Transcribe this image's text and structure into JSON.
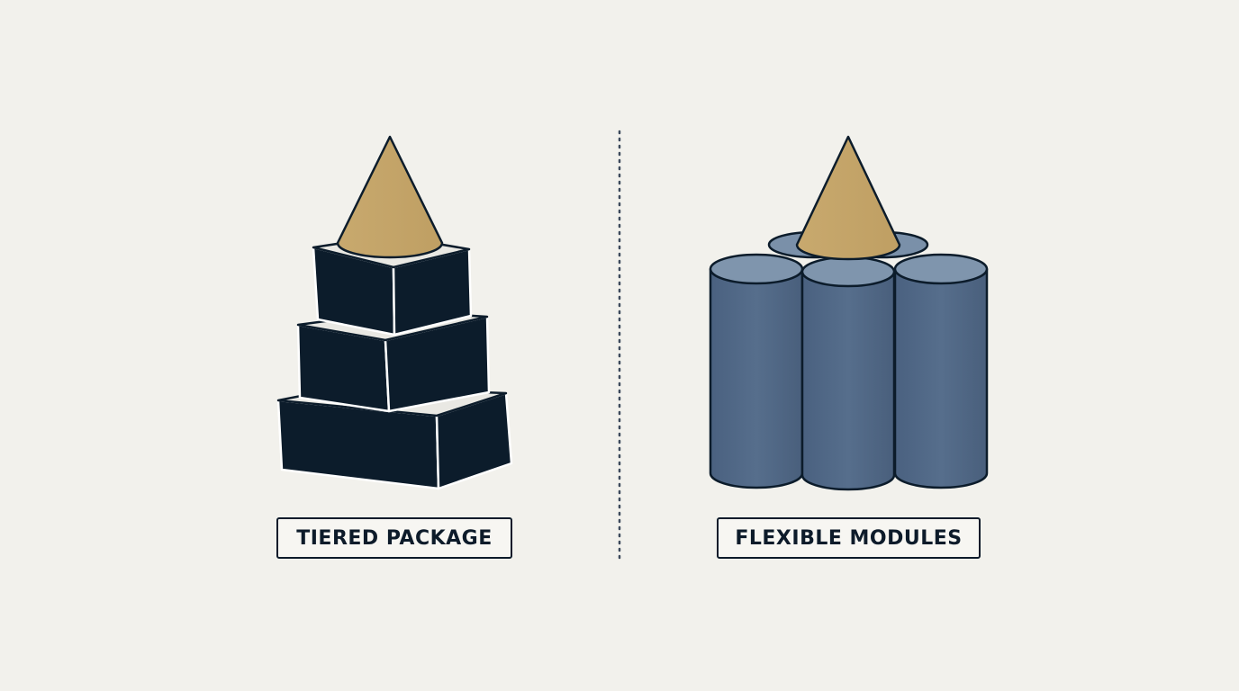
{
  "left_panel": {
    "label": "TIERED PACKAGE",
    "icon": "stacked-blocks-with-cone"
  },
  "right_panel": {
    "label": "FLEXIBLE MODULES",
    "icon": "cylinder-cluster-with-cone"
  },
  "colors": {
    "background": "#f2f1ec",
    "navy": "#0d1b2a",
    "steel_blue": "#4f6782",
    "steel_blue_top": "#7f95ad",
    "gold": "#c4a46a",
    "divider": "#3d4a5c"
  }
}
